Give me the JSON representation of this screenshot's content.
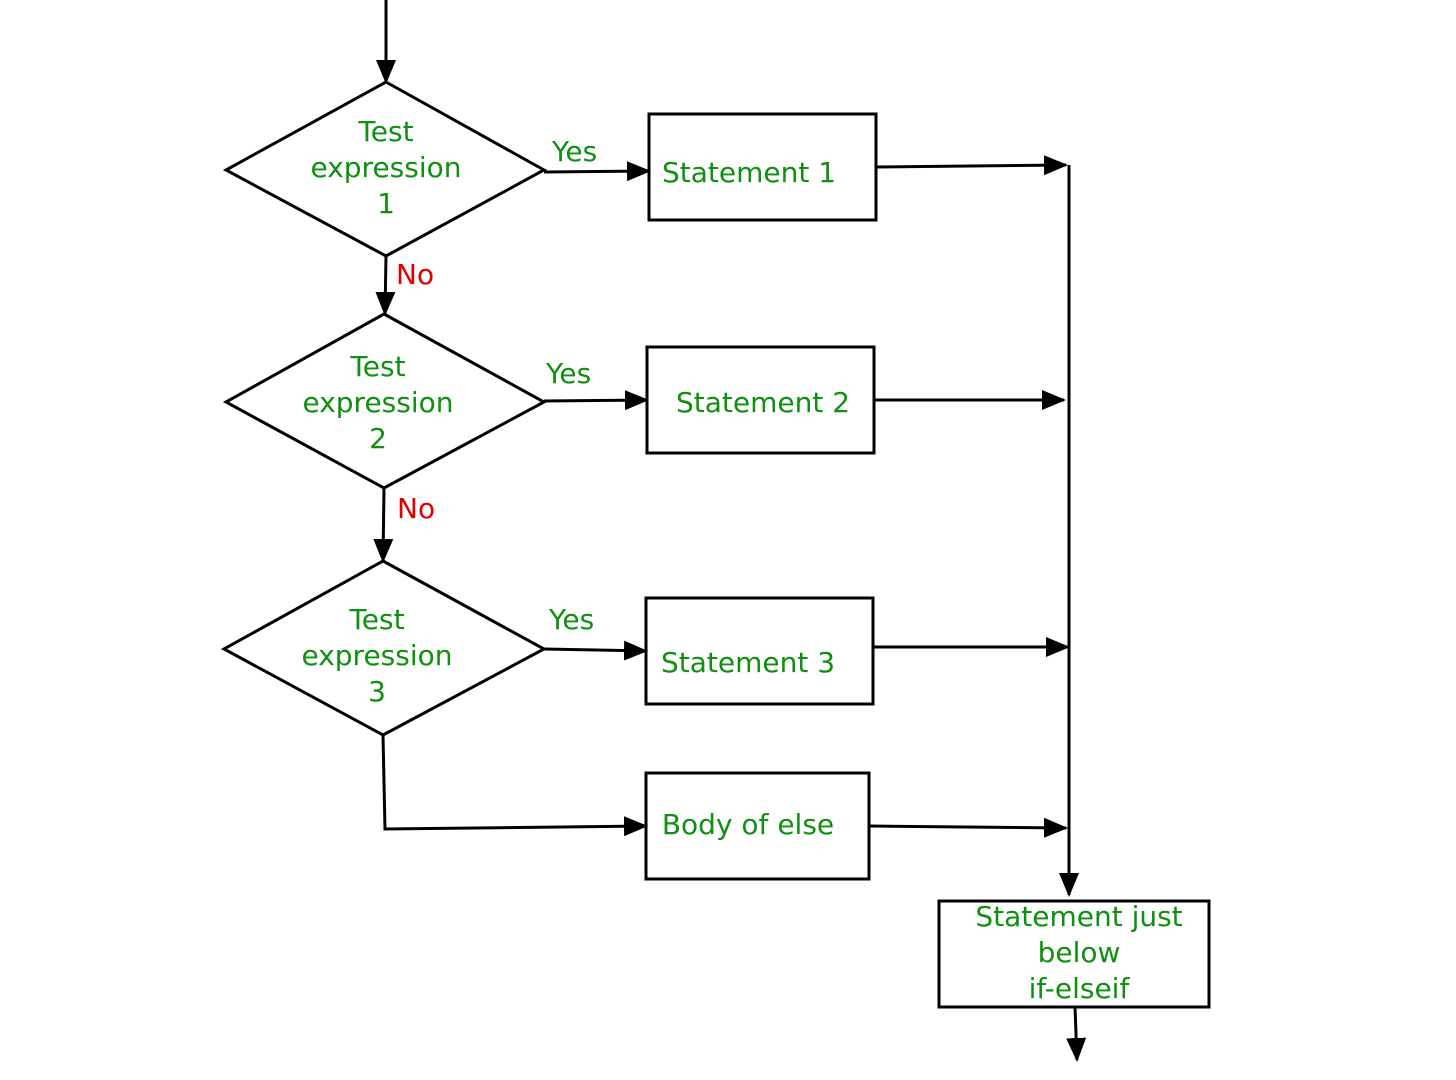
{
  "colors": {
    "text": "#109010",
    "no_label": "#e00000",
    "stroke": "#000000"
  },
  "decisions": [
    {
      "lines": [
        "Test",
        "expression",
        "1"
      ]
    },
    {
      "lines": [
        "Test",
        "expression",
        "2"
      ]
    },
    {
      "lines": [
        "Test",
        "expression",
        "3"
      ]
    }
  ],
  "statements": [
    "Statement 1",
    "Statement 2",
    "Statement 3"
  ],
  "else_body": "Body of else",
  "after": {
    "lines": [
      "Statement just",
      "below",
      "if-elseif"
    ]
  },
  "yes_label": "Yes",
  "no_label": "No"
}
